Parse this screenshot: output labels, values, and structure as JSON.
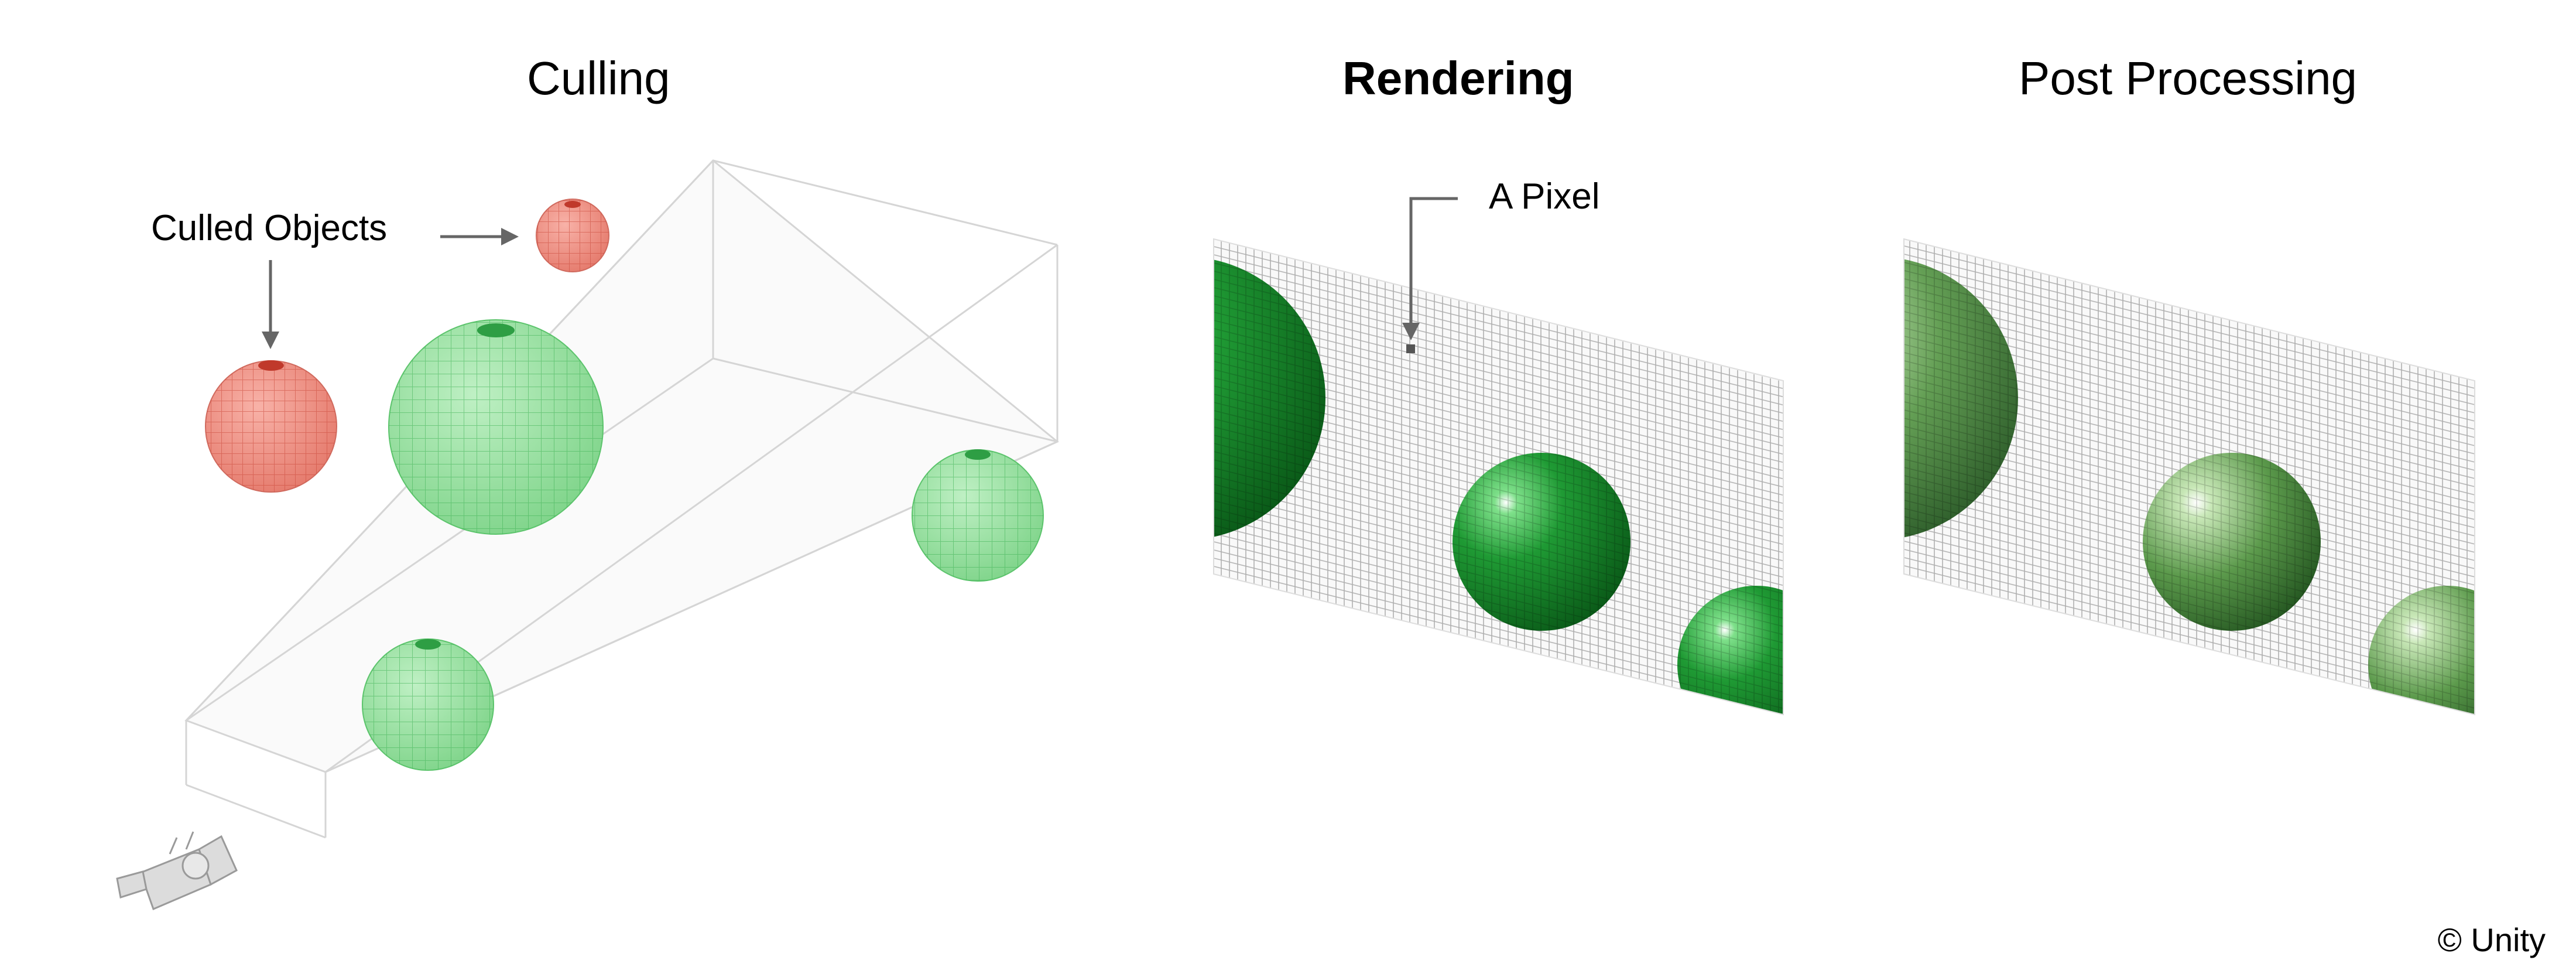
{
  "titles": {
    "culling": "Culling",
    "rendering": "Rendering",
    "post_processing": "Post Processing"
  },
  "callouts": {
    "culled_objects": "Culled Objects",
    "a_pixel": "A Pixel"
  },
  "copyright": "© Unity",
  "colors": {
    "culled_sphere": "#e8887a",
    "visible_sphere": "#8fdc98",
    "rendered_green": "#1b8a2a",
    "frustum_line": "#d8d8d8",
    "grid_line": "#d9d9d9",
    "arrow": "#666666"
  },
  "icons": {
    "camera": "camera-icon"
  }
}
